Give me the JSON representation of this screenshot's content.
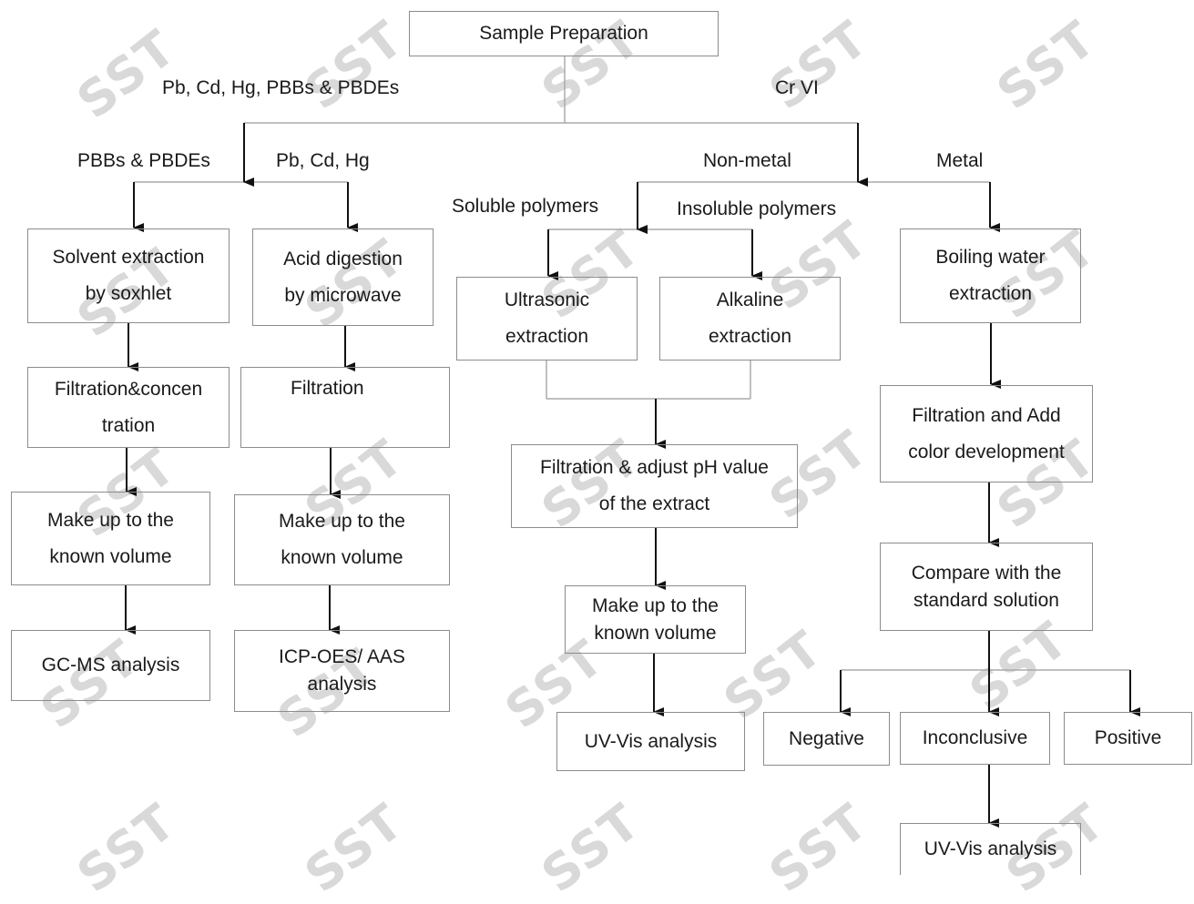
{
  "watermark": "SST",
  "nodes": {
    "root": "Sample Preparation",
    "solvent": "Solvent extraction\nby soxhlet",
    "acid": "Acid digestion\nby microwave",
    "filtconc": "Filtration&concen\ntration",
    "filt": "Filtration",
    "makeup1": "Make up to the\nknown volume",
    "makeup2": "Make up to the\nknown volume",
    "gcms": "GC-MS analysis",
    "icp": "ICP-OES/ AAS\nanalysis",
    "ultra": "Ultrasonic\nextraction",
    "alk": "Alkaline\nextraction",
    "filtph": "Filtration & adjust pH value\nof the extract",
    "makeup3": "Make up to the\nknown volume",
    "uv1": "UV-Vis analysis",
    "boil": "Boiling water\nextraction",
    "filtadd": "Filtration and Add\ncolor development",
    "compare": "Compare with the\nstandard solution",
    "neg": "Negative",
    "inc": "Inconclusive",
    "pos": "Positive",
    "uv2": "UV-Vis analysis"
  },
  "labels": {
    "pbcdhg_pbb": "Pb, Cd, Hg, PBBs & PBDEs",
    "crvi": "Cr VI",
    "pbbs_pbdes": "PBBs & PBDEs",
    "pbcdhg": "Pb, Cd, Hg",
    "nonmetal": "Non-metal",
    "metal": "Metal",
    "soluble": "Soluble polymers",
    "insoluble": "Insoluble polymers"
  }
}
